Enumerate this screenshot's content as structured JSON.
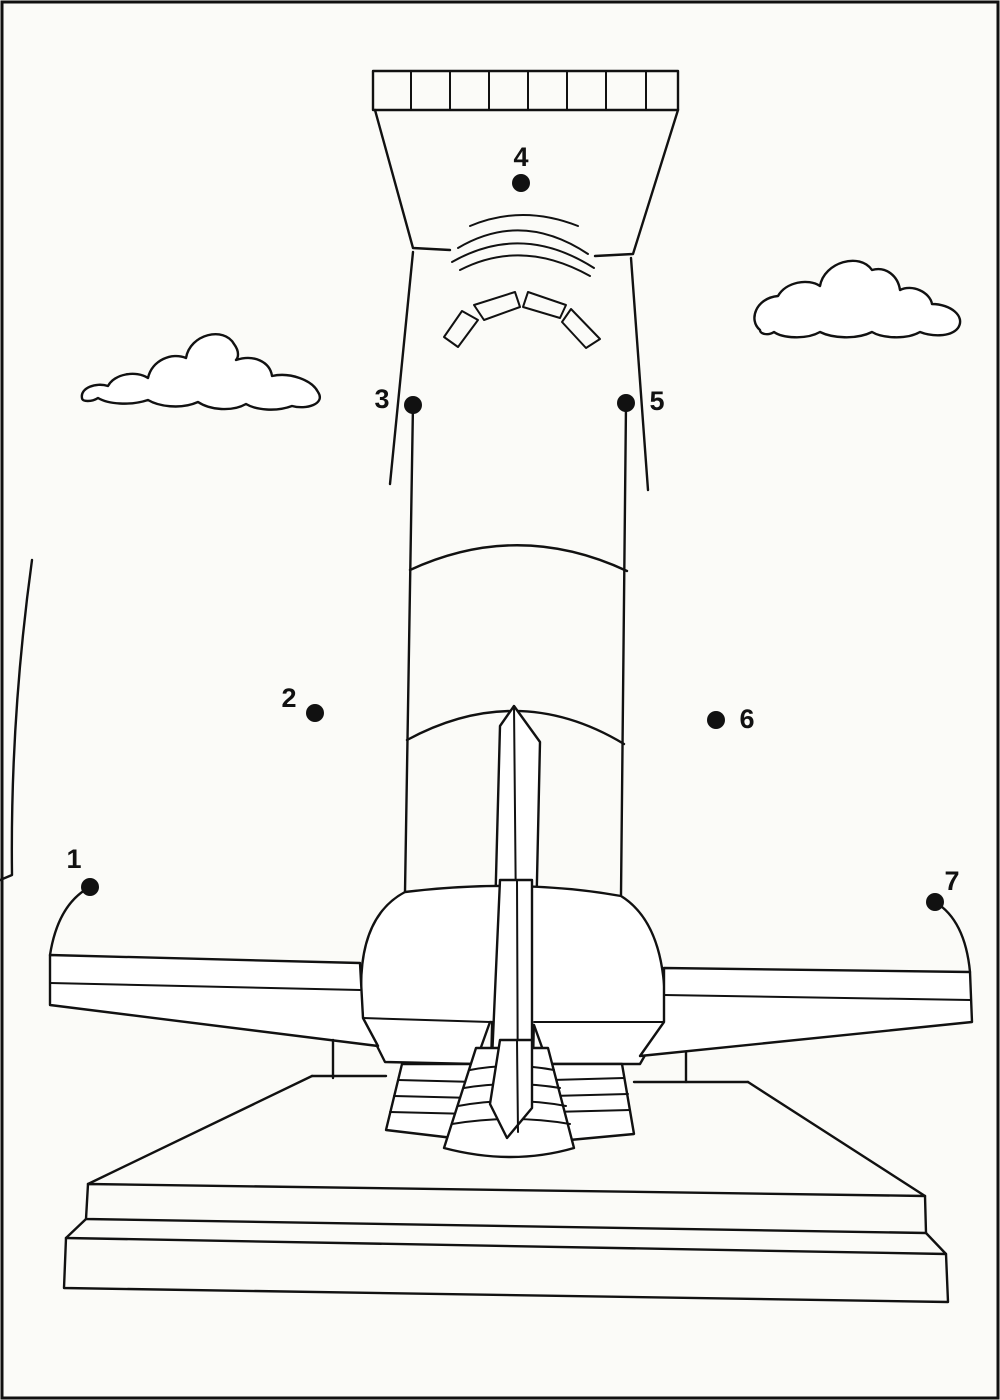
{
  "dots": [
    {
      "number": "1"
    },
    {
      "number": "2"
    },
    {
      "number": "3"
    },
    {
      "number": "4"
    },
    {
      "number": "5"
    },
    {
      "number": "6"
    },
    {
      "number": "7"
    }
  ],
  "colors": {
    "ink": "#111111",
    "paper": "#fbfbf8"
  },
  "icons": [
    "cloud-left",
    "cloud-right",
    "rocket-tower-outline",
    "launch-pad"
  ]
}
